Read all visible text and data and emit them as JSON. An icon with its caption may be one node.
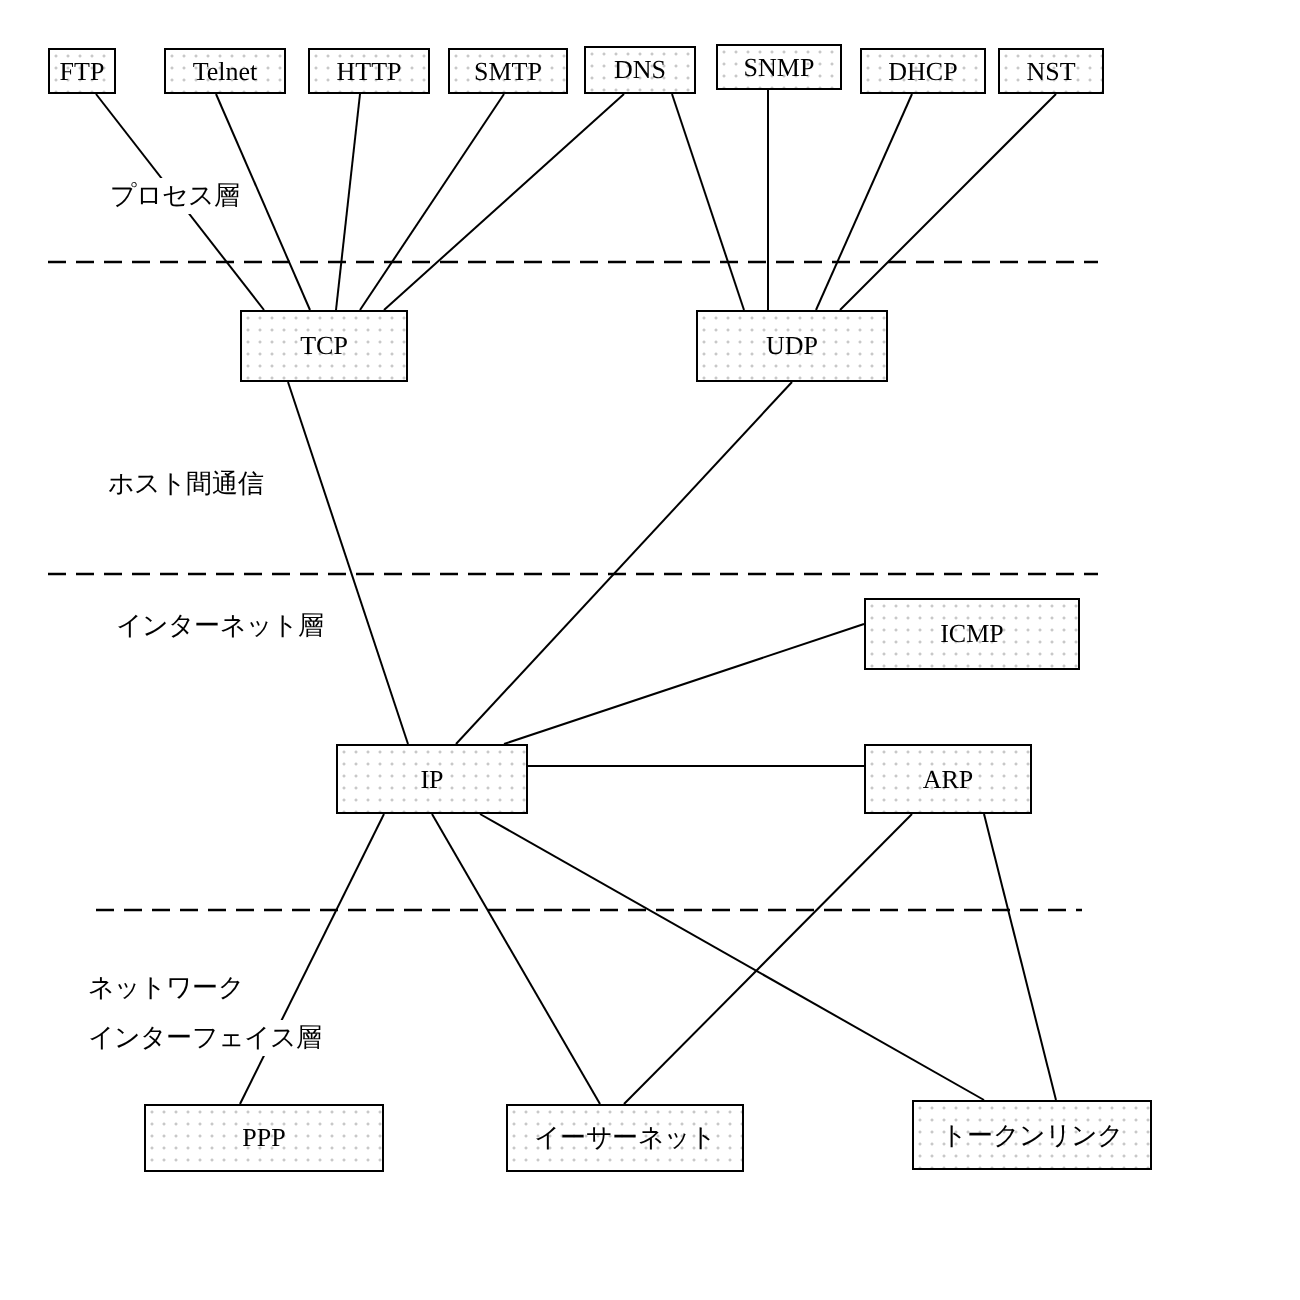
{
  "diagram": {
    "nodes": [
      {
        "text": [
          "FTP"
        ]
      },
      {
        "text": [
          "Telnet"
        ]
      },
      {
        "text": [
          "HTTP"
        ]
      },
      {
        "text": [
          "SMTP"
        ]
      },
      {
        "text": [
          "DNS"
        ]
      },
      {
        "text": [
          "SNMP"
        ]
      },
      {
        "text": [
          "DHCP"
        ]
      },
      {
        "text": [
          "NST"
        ]
      },
      {
        "text": [
          "TCP"
        ]
      },
      {
        "text": [
          "UDP"
        ]
      },
      {
        "text": [
          "ICMP"
        ]
      },
      {
        "text": [
          "IP"
        ]
      },
      {
        "text": [
          "ARP"
        ]
      },
      {
        "text": [
          "PPP"
        ]
      },
      {
        "text": [
          "イーサーネット"
        ]
      },
      {
        "text": [
          "トークンリンク"
        ]
      }
    ],
    "edges": [
      {
        "from": 0,
        "to": 8,
        "arrow": "none"
      },
      {
        "from": 1,
        "to": 8,
        "arrow": "none"
      },
      {
        "from": 2,
        "to": 8,
        "arrow": "none"
      },
      {
        "from": 3,
        "to": 8,
        "arrow": "none"
      },
      {
        "from": 4,
        "to": 8,
        "arrow": "none"
      },
      {
        "from": 4,
        "to": 9,
        "arrow": "none"
      },
      {
        "from": 5,
        "to": 9,
        "arrow": "none"
      },
      {
        "from": 6,
        "to": 9,
        "arrow": "none"
      },
      {
        "from": 7,
        "to": 9,
        "arrow": "none"
      },
      {
        "from": 8,
        "to": 11,
        "arrow": "none"
      },
      {
        "from": 9,
        "to": 11,
        "arrow": "none"
      },
      {
        "from": 10,
        "to": 11,
        "arrow": "none"
      },
      {
        "from": 11,
        "to": 12,
        "arrow": "none"
      },
      {
        "from": 11,
        "to": 13,
        "arrow": "none"
      },
      {
        "from": 11,
        "to": 14,
        "arrow": "none"
      },
      {
        "from": 11,
        "to": 15,
        "arrow": "none"
      },
      {
        "from": 12,
        "to": 14,
        "arrow": "none"
      },
      {
        "from": 12,
        "to": 15,
        "arrow": "none"
      }
    ],
    "labels": [
      "プロセス層",
      "ホスト間通信",
      "インターネット層",
      "ネットワーク",
      "インターフェイス層"
    ]
  }
}
